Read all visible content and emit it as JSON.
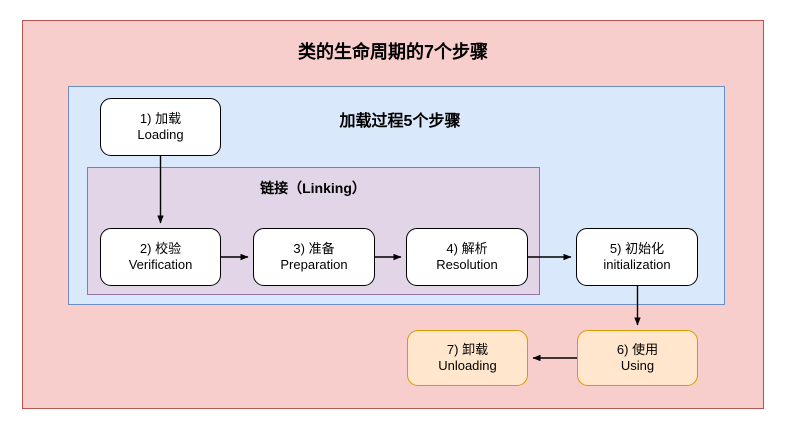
{
  "diagram": {
    "title": "类的生命周期的7个步骤",
    "containers": {
      "outer": {
        "label": "类的生命周期的7个步骤",
        "fill": "#f8cecc",
        "stroke": "#b85450"
      },
      "loading": {
        "label": "加载过程5个步骤",
        "fill": "#dae8fc",
        "stroke": "#6c8ebf"
      },
      "linking": {
        "label": "链接（Linking）",
        "fill": "#e1d5e7",
        "stroke": "#9673a6"
      }
    },
    "nodes": [
      {
        "id": "1",
        "cn": "1) 加载",
        "en": "Loading",
        "fill": "#ffffff",
        "stroke": "#000000"
      },
      {
        "id": "2",
        "cn": "2) 校验",
        "en": "Verification",
        "fill": "#ffffff",
        "stroke": "#000000"
      },
      {
        "id": "3",
        "cn": "3) 准备",
        "en": "Preparation",
        "fill": "#ffffff",
        "stroke": "#000000"
      },
      {
        "id": "4",
        "cn": "4) 解析",
        "en": "Resolution",
        "fill": "#ffffff",
        "stroke": "#000000"
      },
      {
        "id": "5",
        "cn": "5) 初始化",
        "en": "initialization",
        "fill": "#ffffff",
        "stroke": "#000000"
      },
      {
        "id": "6",
        "cn": "6) 使用",
        "en": "Using",
        "fill": "#ffe6cc",
        "stroke": "#d79b00"
      },
      {
        "id": "7",
        "cn": "7) 卸载",
        "en": "Unloading",
        "fill": "#ffe6cc",
        "stroke": "#d79b00"
      }
    ],
    "edges": [
      {
        "from": "1",
        "to": "2"
      },
      {
        "from": "2",
        "to": "3"
      },
      {
        "from": "3",
        "to": "4"
      },
      {
        "from": "4",
        "to": "5"
      },
      {
        "from": "5",
        "to": "6"
      },
      {
        "from": "6",
        "to": "7"
      }
    ]
  }
}
